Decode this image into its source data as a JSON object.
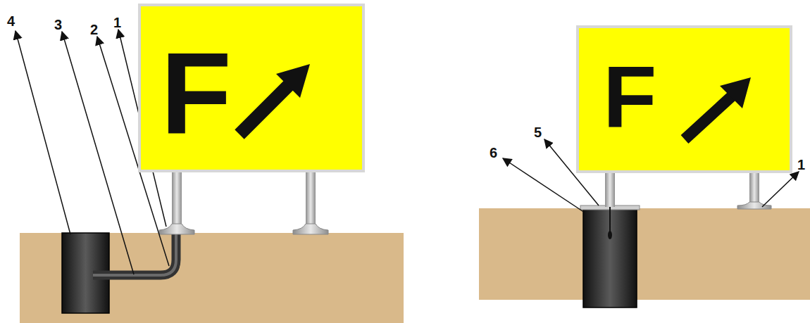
{
  "diagram": {
    "nodes": [
      {
        "text": [
          "F"
        ]
      },
      {
        "text": [
          "F"
        ]
      }
    ],
    "labels": [
      "4",
      "3",
      "2",
      "1",
      "6",
      "5",
      "1"
    ]
  }
}
